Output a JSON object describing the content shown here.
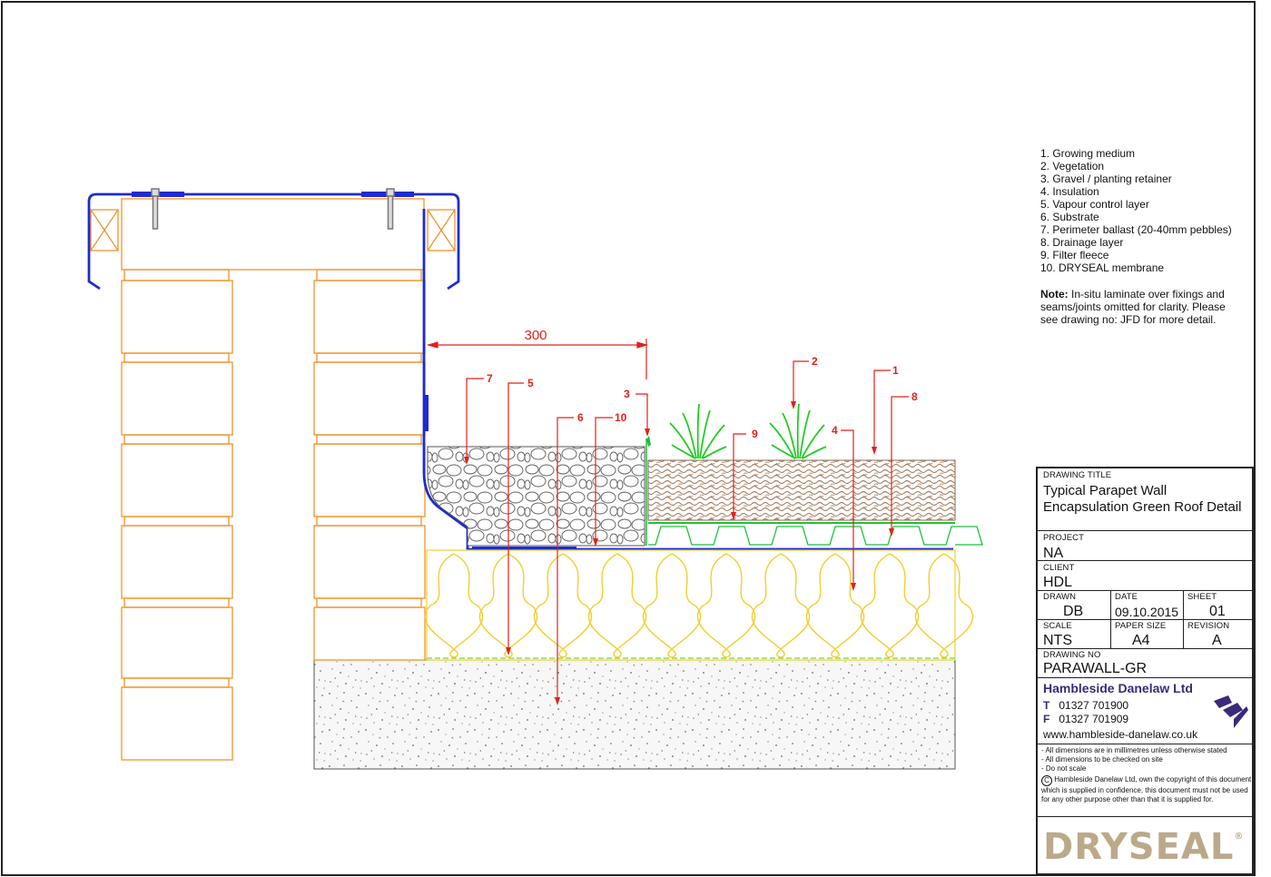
{
  "dimension": "300",
  "callouts": {
    "c1": "1",
    "c2": "2",
    "c3": "3",
    "c4": "4",
    "c5": "5",
    "c6": "6",
    "c7": "7",
    "c8": "8",
    "c9": "9",
    "c10": "10"
  },
  "legend": [
    "1. Growing medium",
    "2. Vegetation",
    "3. Gravel / planting retainer",
    "4. Insulation",
    "5. Vapour control layer",
    "6. Substrate",
    "7. Perimeter ballast (20-40mm pebbles)",
    "8. Drainage layer",
    "9. Filter fleece",
    "10. DRYSEAL membrane"
  ],
  "note": {
    "label": "Note:",
    "text": " In-situ laminate over fixings and seams/joints omitted for clarity. Please see drawing no: JFD for more detail."
  },
  "title_block": {
    "drawing_title_label": "DRAWING TITLE",
    "drawing_title_line1": "Typical Parapet Wall",
    "drawing_title_line2": "Encapsulation Green Roof Detail",
    "project_label": "PROJECT",
    "project": "NA",
    "client_label": "CLIENT",
    "client": "HDL",
    "drawn_label": "DRAWN",
    "drawn": "DB",
    "date_label": "DATE",
    "date": "09.10.2015",
    "sheet_label": "SHEET",
    "sheet": "01",
    "scale_label": "SCALE",
    "scale": "NTS",
    "paper_size_label": "PAPER SIZE",
    "paper_size": "A4",
    "revision_label": "REVISION",
    "revision": "A",
    "drawing_no_label": "DRAWING NO",
    "drawing_no": "PARAWALL-GR",
    "company": "Hambleside Danelaw Ltd",
    "tel_key": "T",
    "tel": "01327 701900",
    "fax_key": "F",
    "fax": "01327 701909",
    "web": "www.hambleside-danelaw.co.uk",
    "notes": [
      "- All dimensions are in millimetres unless otherwise stated",
      "- All dimensions to be checked on site",
      "- Do not scale"
    ],
    "copyright": "Hambleside Danelaw Ltd, own the copyright of this document which is supplied in confidence, this document must not be used for any other purpose other than that it is supplied for.",
    "brand": "DRYSEAL",
    "brand_mark": "®"
  },
  "colors": {
    "masonry": "#f0932b",
    "membrane": "#1f2bd1",
    "insulation": "#f2cf2e",
    "callout": "#e3201b",
    "vegetation": "#22cc22",
    "drainage": "#1fbf3a",
    "growing_medium": "#b69276",
    "company": "#3b2a7a",
    "brand": "#bba98a"
  }
}
